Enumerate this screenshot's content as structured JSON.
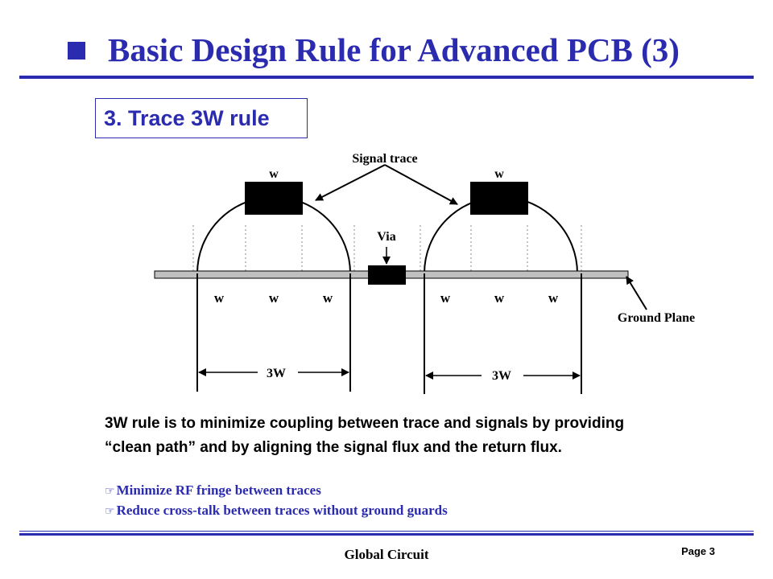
{
  "slide": {
    "title": "Basic Design Rule for Advanced PCB (3)",
    "section_heading": "3. Trace 3W rule"
  },
  "diagram": {
    "signal_trace_label": "Signal trace",
    "via_label": "Via",
    "ground_plane_label": "Ground Plane",
    "trace_width_label": "w",
    "spacing_labels": [
      "w",
      "w",
      "w",
      "w",
      "w",
      "w"
    ],
    "span_label": "3W"
  },
  "description": {
    "line1": "3W rule is to minimize coupling between trace and signals by providing",
    "line2": "“clean path” and by aligning the signal flux and the return flux."
  },
  "bullets": [
    "Minimize RF fringe between traces",
    "Reduce cross-talk between traces without ground guards"
  ],
  "footer": {
    "company": "Global  Circuit",
    "page_label": "Page 3"
  },
  "colors": {
    "accent": "#2b2bb0",
    "ground_plane": "#c0c0c0",
    "trace": "#000000"
  }
}
